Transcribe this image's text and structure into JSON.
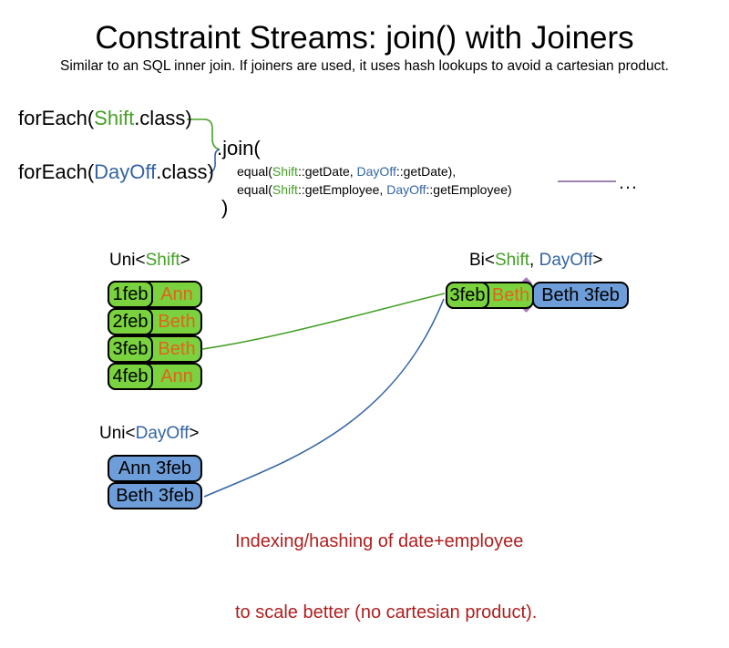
{
  "title": "Constraint Streams: join() with Joiners",
  "subtitle": "Similar to an SQL inner join. If joiners are used, it uses hash lookups to avoid a cartesian product.",
  "colors": {
    "shift_green_text": "#44a026",
    "dayoff_blue_text": "#3465a4",
    "employee_orange_text": "#e2621d",
    "shift_green_fill": "#7ad33e",
    "dayoff_blue_fill": "#6e9ed9",
    "joiner_purple": "#7d5a96",
    "note_red": "#b01e1e"
  },
  "code": {
    "foreach_shift": {
      "prefix": "forEach(",
      "class_name": "Shift",
      "suffix": ".class)"
    },
    "foreach_dayoff": {
      "prefix": "forEach(",
      "class_name": "DayOff",
      "suffix": ".class)"
    },
    "join_open": ".join(",
    "joiners": [
      {
        "prefix": "equal(",
        "left_class": "Shift",
        "left_rest": "::getDate, ",
        "right_class": "DayOff",
        "right_rest": "::getDate),"
      },
      {
        "prefix": "equal(",
        "left_class": "Shift",
        "left_rest": "::getEmployee, ",
        "right_class": "DayOff",
        "right_rest": "::getEmployee)"
      }
    ],
    "join_close": ")",
    "ellipsis": "…"
  },
  "uni_shift": {
    "label": {
      "prefix": "Uni<",
      "type": "Shift",
      "suffix": ">"
    },
    "rows": [
      {
        "date": "1feb",
        "employee": "Ann"
      },
      {
        "date": "2feb",
        "employee": "Beth"
      },
      {
        "date": "3feb",
        "employee": "Beth"
      },
      {
        "date": "4feb",
        "employee": "Ann"
      }
    ]
  },
  "uni_dayoff": {
    "label": {
      "prefix": "Uni<",
      "type": "DayOff",
      "suffix": ">"
    },
    "rows": [
      {
        "text": "Ann 3feb"
      },
      {
        "text": "Beth 3feb"
      }
    ]
  },
  "bi": {
    "label": {
      "prefix": "Bi<",
      "type1": "Shift",
      "separator": ", ",
      "type2": "DayOff",
      "suffix": ">"
    },
    "shift_part": {
      "date": "3feb",
      "employee": "Beth"
    },
    "dayoff_part": {
      "text": "Beth 3feb"
    }
  },
  "note": {
    "line1": "Indexing/hashing of date+employee",
    "line2": "to scale better (no cartesian product)."
  }
}
